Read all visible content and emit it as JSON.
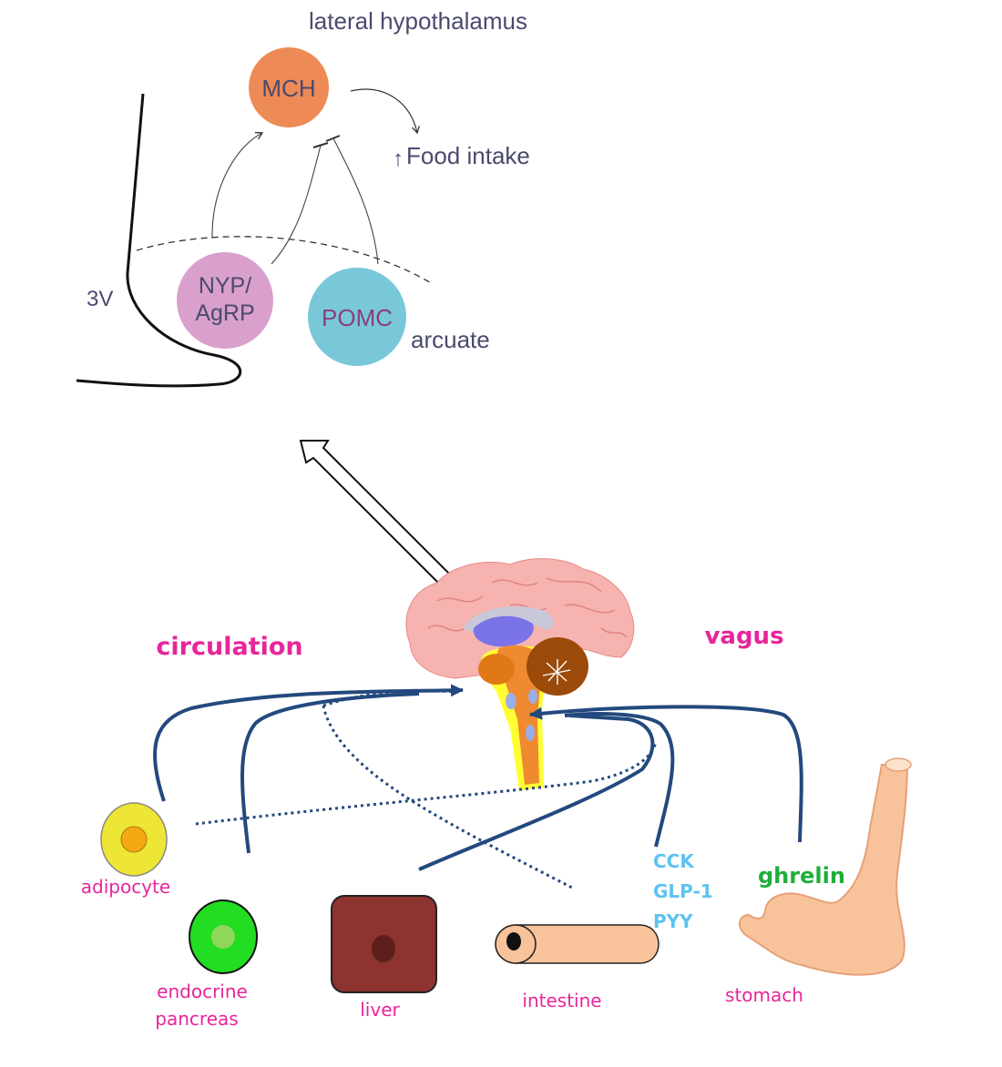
{
  "hypothalamus": {
    "region_label": "lateral hypothalamus",
    "mch_label": "MCH",
    "food_intake_arrow": "↑",
    "food_intake_label": "Food intake",
    "ventricle_label": "3V",
    "npy_line1": "NYP/",
    "npy_line2": "AgRP",
    "pomc_label": "POMC",
    "arcuate_label": "arcuate"
  },
  "pathways": {
    "circulation_label": "circulation",
    "vagus_label": "vagus"
  },
  "organs": {
    "adipocyte": "adipocyte",
    "pancreas_line1": "endocrine",
    "pancreas_line2": "pancreas",
    "liver": "liver",
    "intestine": "intestine",
    "stomach": "stomach"
  },
  "hormones": {
    "cck": "CCK",
    "glp1": "GLP-1",
    "pyy": "PYY",
    "ghrelin": "ghrelin"
  },
  "colors": {
    "mch": "#ee8a55",
    "npy_agrp": "#d9a0cc",
    "pomc": "#79c8da",
    "diagram_text": "#4a4a6e",
    "pathway_label": "#e8259a",
    "organ_label": "#e8259a",
    "hormone_gut": "#5ec3f0",
    "hormone_ghrelin": "#1fae3c",
    "pathway_line": "#23497e"
  }
}
